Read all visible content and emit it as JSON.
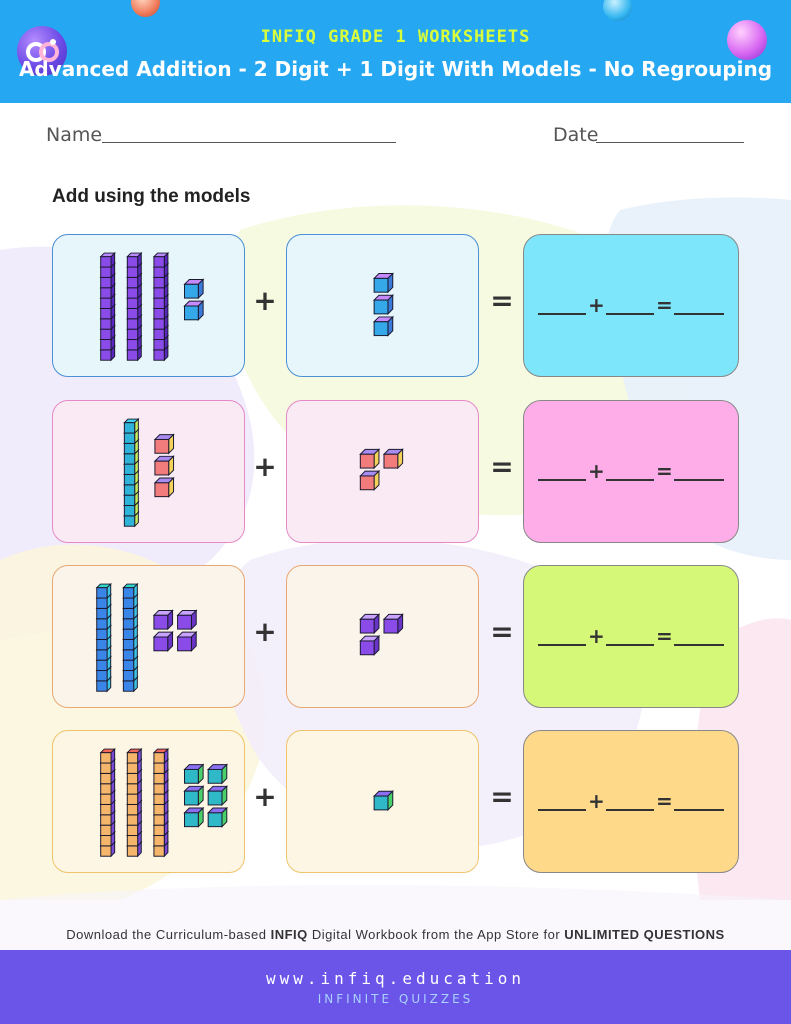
{
  "header": {
    "kicker": "INFIQ GRADE 1 WORKSHEETS",
    "title": "Advanced Addition - 2 Digit + 1 Digit With Models - No Regrouping",
    "logo_icon": "infiq-logo-icon",
    "color": "#26a7f2"
  },
  "fields": {
    "name_label": "Name",
    "date_label": "Date"
  },
  "instruction": "Add using the models",
  "operators": {
    "plus": "+",
    "equals": "="
  },
  "answer_template": {
    "plus": "+",
    "equals": "="
  },
  "problems": [
    {
      "tens": 3,
      "ones_a": 2,
      "ones_b": 3,
      "model_colors": {
        "front": "#8a4be8",
        "top": "#b98cff",
        "side": "#5a28c0",
        "b_front": "#34a8e8",
        "b_top": "#c58aff",
        "b_side": "#3b7ad8"
      },
      "box_tint": "#e6f6fb",
      "box_border": "#4b8fd6",
      "answer_bg": "#7de6fb"
    },
    {
      "tens": 1,
      "ones_a": 3,
      "ones_b": 3,
      "model_colors": {
        "front": "#2fb3d8",
        "top": "#3fd0f0",
        "side": "#c9ee5a",
        "b_front": "#f27b7b",
        "b_top": "#a98cf2",
        "b_side": "#f5d25a"
      },
      "box_tint": "#f9eaf4",
      "box_border": "#e48ac6",
      "answer_bg": "#ffade9"
    },
    {
      "tens": 2,
      "ones_a": 4,
      "ones_b": 3,
      "model_colors": {
        "front": "#3a86e8",
        "top": "#2fd7c8",
        "side": "#3bc6e6",
        "b_front": "#8a4be8",
        "b_top": "#c9a3ff",
        "b_side": "#6a34c8"
      },
      "box_tint": "#fbf4ea",
      "box_border": "#e8a876",
      "answer_bg": "#d6f878"
    },
    {
      "tens": 3,
      "ones_a": 6,
      "ones_b": 1,
      "model_colors": {
        "front": "#f5b56a",
        "top": "#f2675a",
        "side": "#7b4bd8",
        "b_front": "#2fb8c8",
        "b_top": "#8a6ff0",
        "b_side": "#4ad06a"
      },
      "box_tint": "#fdf6e4",
      "box_border": "#eec46a",
      "answer_bg": "#ffd98a"
    }
  ],
  "promo": {
    "prefix": "Download the Curriculum-based ",
    "brand": "INFIQ",
    "middle": " Digital Workbook from the App Store for ",
    "cta": "UNLIMITED QUESTIONS"
  },
  "footer": {
    "url": "www.infiq.education",
    "tagline": "INFINITE QUIZZES",
    "color": "#6b54e8"
  }
}
